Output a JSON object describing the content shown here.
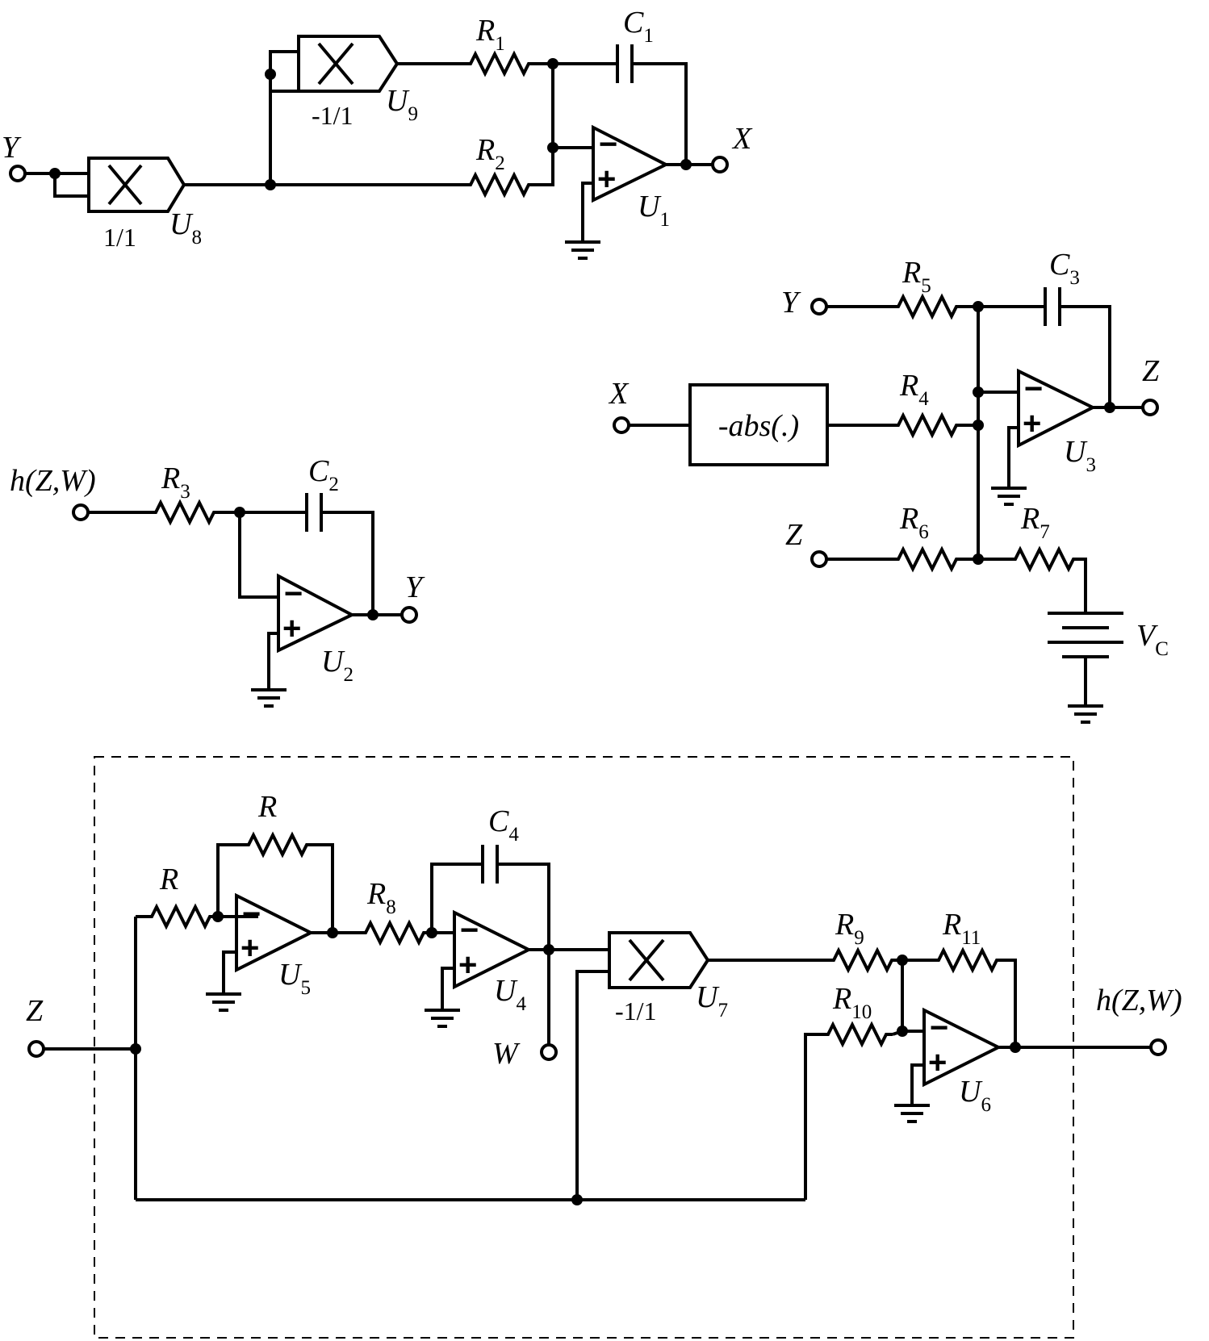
{
  "figure": {
    "stroke_color": "#000000",
    "background": "#ffffff"
  },
  "circuit1": {
    "input_Y": "Y",
    "output_X": "X",
    "R1": {
      "main": "R",
      "sub": "1"
    },
    "R2": {
      "main": "R",
      "sub": "2"
    },
    "C1": {
      "main": "C",
      "sub": "1"
    },
    "U1": {
      "main": "U",
      "sub": "1"
    },
    "U8": {
      "main": "U",
      "sub": "8"
    },
    "U9": {
      "main": "U",
      "sub": "9"
    },
    "U8_gain": "1/1",
    "U9_gain": "-1/1"
  },
  "circuit2": {
    "input_h": "h(Z,W)",
    "output_Y": "Y",
    "R3": {
      "main": "R",
      "sub": "3"
    },
    "C2": {
      "main": "C",
      "sub": "2"
    },
    "U2": {
      "main": "U",
      "sub": "2"
    }
  },
  "circuit3": {
    "input_Y": "Y",
    "input_X": "X",
    "input_Z": "Z",
    "output_Z": "Z",
    "abs_block": "-abs(.)",
    "R4": {
      "main": "R",
      "sub": "4"
    },
    "R5": {
      "main": "R",
      "sub": "5"
    },
    "R6": {
      "main": "R",
      "sub": "6"
    },
    "R7": {
      "main": "R",
      "sub": "7"
    },
    "C3": {
      "main": "C",
      "sub": "3"
    },
    "U3": {
      "main": "U",
      "sub": "3"
    },
    "VC": {
      "main": "V",
      "sub": "C"
    }
  },
  "circuit4": {
    "input_Z": "Z",
    "output_h": "h(Z,W)",
    "output_W": "W",
    "R_in": "R",
    "R_fb": "R",
    "R8": {
      "main": "R",
      "sub": "8"
    },
    "R9": {
      "main": "R",
      "sub": "9"
    },
    "R10": {
      "main": "R",
      "sub": "10"
    },
    "R11": {
      "main": "R",
      "sub": "11"
    },
    "C4": {
      "main": "C",
      "sub": "4"
    },
    "U4": {
      "main": "U",
      "sub": "4"
    },
    "U5": {
      "main": "U",
      "sub": "5"
    },
    "U6": {
      "main": "U",
      "sub": "6"
    },
    "U7": {
      "main": "U",
      "sub": "7"
    },
    "U7_gain": "-1/1"
  },
  "opamp_signs": {
    "minus": "−",
    "plus": "+"
  }
}
